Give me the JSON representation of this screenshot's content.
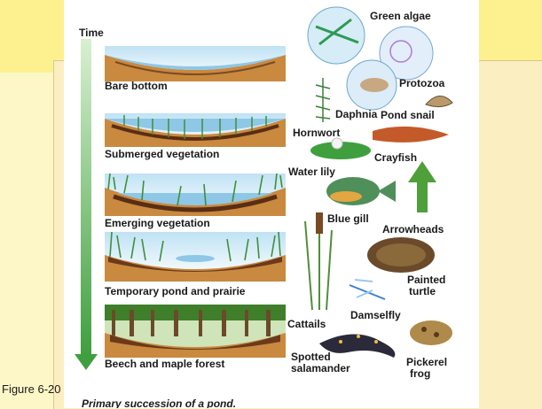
{
  "figure": {
    "time_label": "Time",
    "stages": [
      {
        "label": "Bare bottom"
      },
      {
        "label": "Submerged vegetation"
      },
      {
        "label": "Emerging vegetation"
      },
      {
        "label": "Temporary pond and prairie"
      },
      {
        "label": "Beech and maple forest"
      }
    ],
    "organisms": {
      "green_algae": "Green algae",
      "protozoa": "Protozoa",
      "daphnia": "Daphnia",
      "pond_snail": "Pond snail",
      "hornwort": "Hornwort",
      "crayfish": "Crayfish",
      "water_lily": "Water lily",
      "blue_gill": "Blue gill",
      "arrowheads": "Arrowheads",
      "painted_turtle_1": "Painted",
      "painted_turtle_2": "turtle",
      "damselfly": "Damselfly",
      "cattails": "Cattails",
      "spotted_salamander_1": "Spotted",
      "spotted_salamander_2": "salamander",
      "pickerel_frog_1": "Pickerel",
      "pickerel_frog_2": "frog"
    },
    "caption_text": "Primary succession of a pond."
  },
  "slide": {
    "figure_number": "Figure 6-20"
  },
  "colors": {
    "slide_background": "#fdf7c8",
    "top_band": "#fdf08f",
    "soil": "#c9893f",
    "mud": "#6b3a1c",
    "water": "#8fc7e6",
    "time_arrow": "#57b057",
    "vegetation": "#3f8f3a"
  }
}
